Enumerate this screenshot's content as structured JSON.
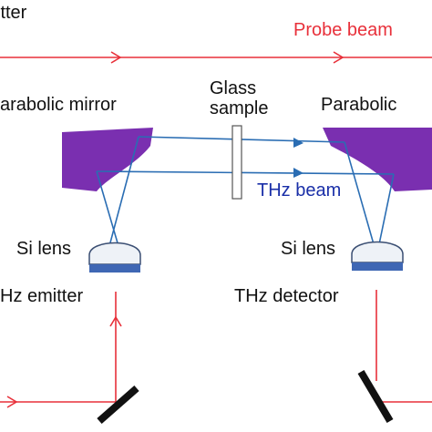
{
  "labels": {
    "top_left": "itter",
    "probe_beam": "Probe beam",
    "parabolic_left": "arabolic mirror",
    "glass_sample": "Glass\nsample",
    "parabolic_right": "Parabolic",
    "thz_beam": "THz beam",
    "si_lens_left": "Si lens",
    "si_lens_right": "Si lens",
    "thz_emitter": "Hz emitter",
    "thz_detector": "THz detector"
  },
  "colors": {
    "probe_beam": "#e8303a",
    "thz_beam": "#2a6db3",
    "probe_text": "#e8303a",
    "thz_text": "#1a2fa8",
    "mirror": "#7a2fb0",
    "lens_fill": "#eef2f7",
    "lens_stroke": "#3b4f73",
    "lens_base": "#3f67b4",
    "flat_mirror": "#111111",
    "glass": "#ffffff",
    "glass_stroke": "#555555"
  }
}
